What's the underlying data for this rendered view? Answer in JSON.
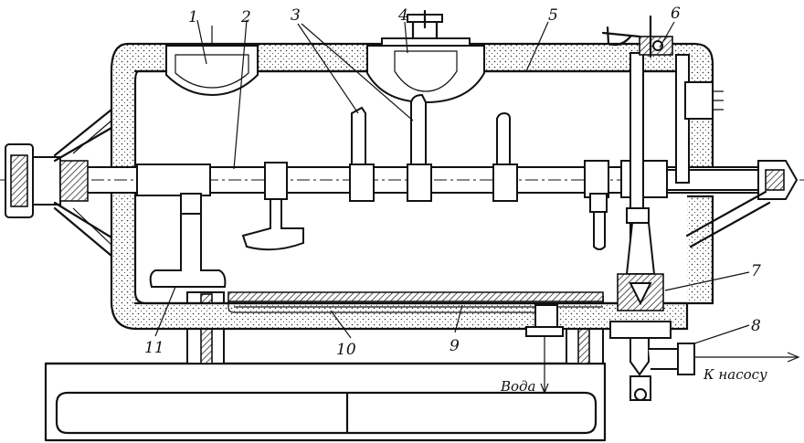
{
  "callouts": [
    {
      "id": "1",
      "label": "1"
    },
    {
      "id": "2",
      "label": "2"
    },
    {
      "id": "3",
      "label": "3"
    },
    {
      "id": "4",
      "label": "4"
    },
    {
      "id": "5",
      "label": "5"
    },
    {
      "id": "6",
      "label": "6"
    },
    {
      "id": "7",
      "label": "7"
    },
    {
      "id": "8",
      "label": "8"
    },
    {
      "id": "9",
      "label": "9"
    },
    {
      "id": "10",
      "label": "10"
    },
    {
      "id": "11",
      "label": "11"
    }
  ],
  "annotations": {
    "water": "Вода",
    "to_pump": "К насосу"
  }
}
